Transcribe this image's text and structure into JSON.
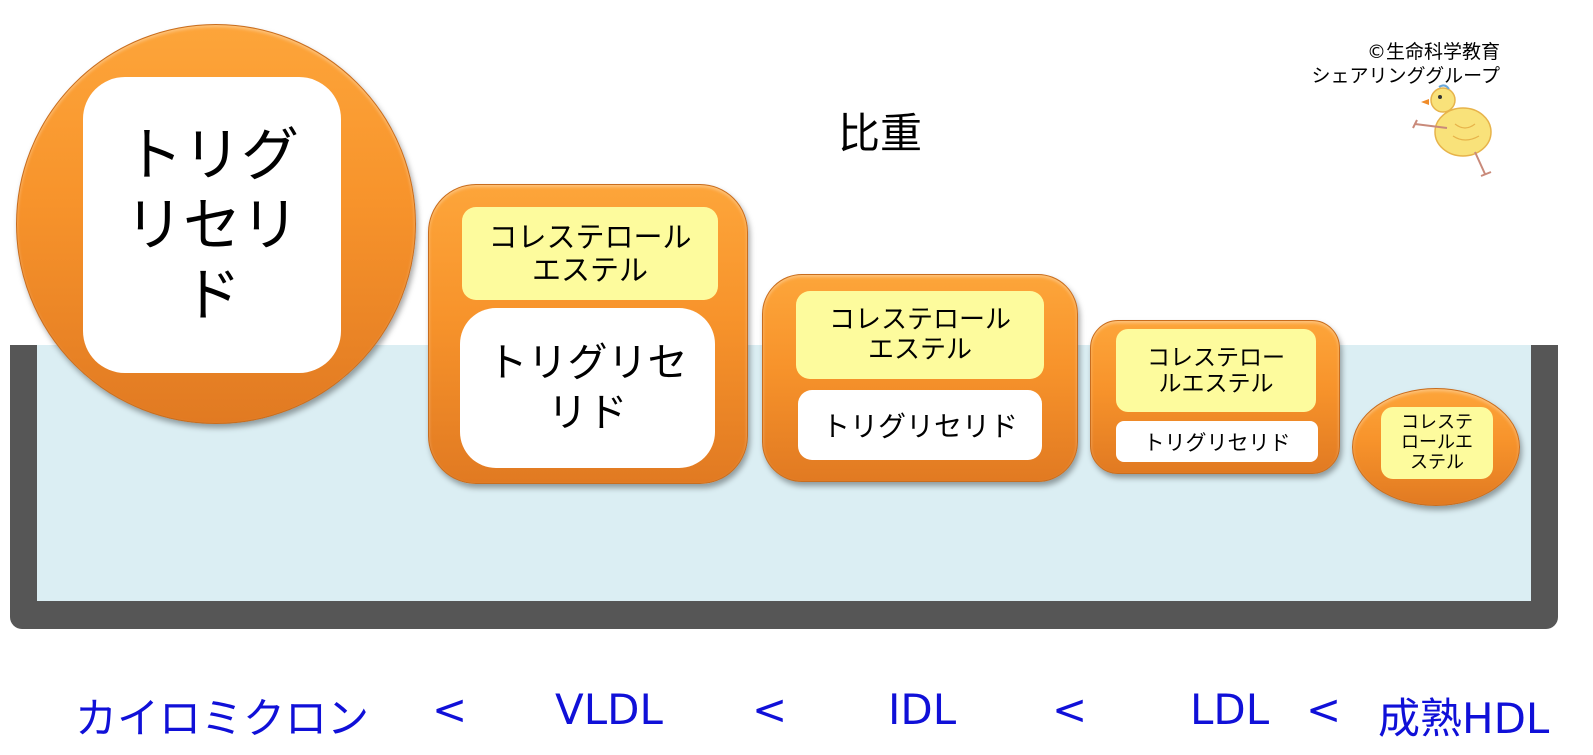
{
  "title": "比重",
  "credit": {
    "line1": "©生命科学教育",
    "line2": "シェアリンググループ"
  },
  "particles": {
    "chylomicron": {
      "core": "トリグリセリド"
    },
    "vldl": {
      "ester": "コレステロールエステル",
      "core": "トリグリセリド"
    },
    "idl": {
      "ester": "コレステロールエステル",
      "core": "トリグリセリド"
    },
    "ldl": {
      "ester": "コレステロールエステル",
      "core": "トリグリセリド"
    },
    "hdl": {
      "ester": "コレステロールエステル"
    }
  },
  "labels": {
    "chylomicron": "カイロミクロン",
    "vldl": "VLDL",
    "idl": "IDL",
    "ldl": "LDL",
    "hdl": "成熟HDL",
    "less_than": "<"
  },
  "colors": {
    "label": "#1010d8",
    "orange": "#f7932b",
    "yellow": "#fdfb9d",
    "liquid": "#dbeef3",
    "wall": "#565656"
  }
}
